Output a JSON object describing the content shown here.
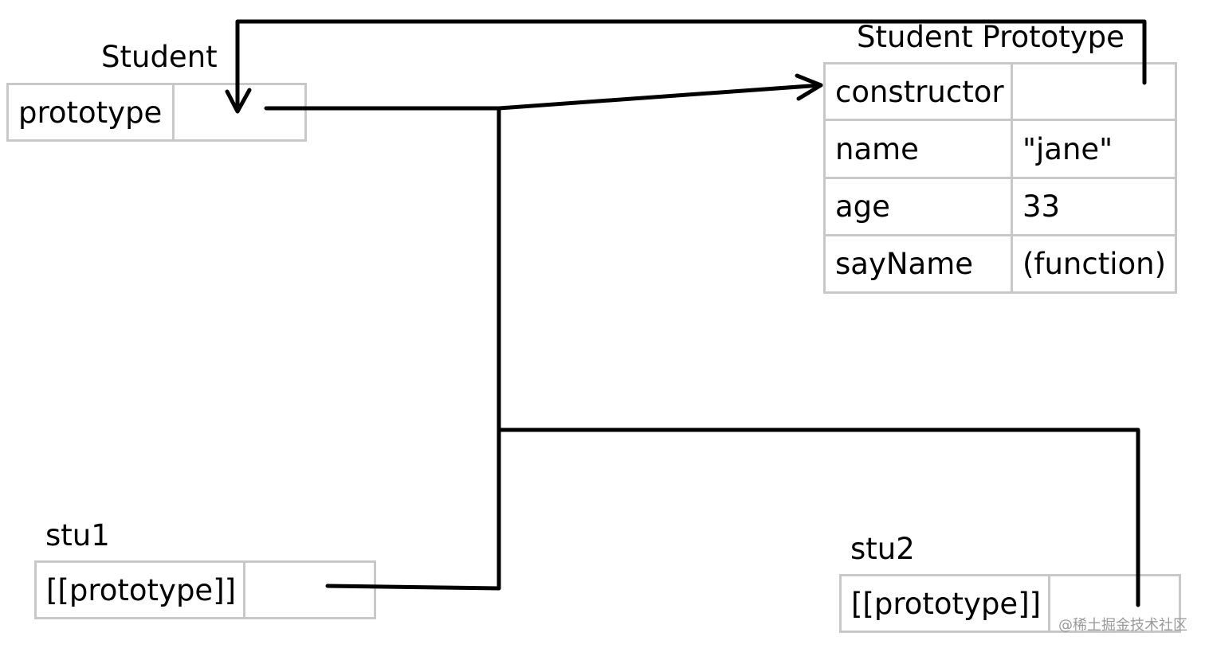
{
  "student": {
    "title": "Student",
    "rows": [
      {
        "key": "prototype",
        "value": ""
      }
    ]
  },
  "student_prototype": {
    "title": "Student Prototype",
    "rows": [
      {
        "key": "constructor",
        "value": ""
      },
      {
        "key": "name",
        "value": "\"jane\""
      },
      {
        "key": "age",
        "value": "33"
      },
      {
        "key": "sayName",
        "value": "(function)"
      }
    ]
  },
  "stu1": {
    "title": "stu1",
    "rows": [
      {
        "key": "[[prototype]]",
        "value": ""
      }
    ]
  },
  "stu2": {
    "title": "stu2",
    "rows": [
      {
        "key": "[[prototype]]",
        "value": ""
      }
    ]
  },
  "watermark": "@稀土掘金技术社区"
}
